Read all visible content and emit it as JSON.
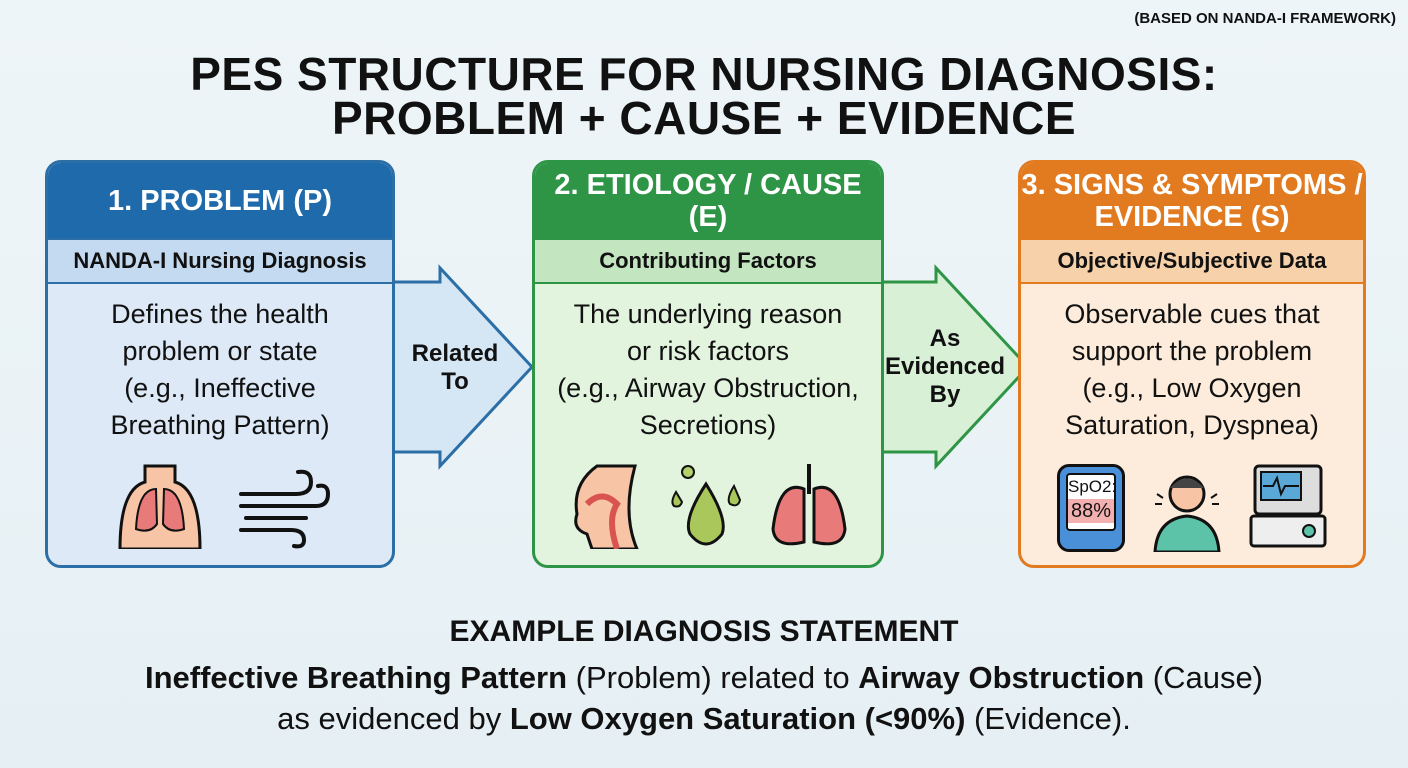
{
  "note": "(BASED ON NANDA-I FRAMEWORK)",
  "title": {
    "line1": "PES STRUCTURE FOR NURSING DIAGNOSIS:",
    "line2": "PROBLEM + CAUSE + EVIDENCE"
  },
  "boxes": [
    {
      "header": "1. PROBLEM (P)",
      "sub": "NANDA-I Nursing Diagnosis",
      "body": [
        "Defines the health",
        "problem or state",
        "(e.g., Ineffective",
        "Breathing Pattern)"
      ],
      "icons": [
        "lungs-torso-icon",
        "wind-icon"
      ]
    },
    {
      "header": "2. ETIOLOGY / CAUSE (E)",
      "sub": "Contributing Factors",
      "body": [
        "The underlying reason",
        "or risk factors",
        "(e.g., Airway Obstruction,",
        "Secretions)"
      ],
      "icons": [
        "airway-icon",
        "droplets-icon",
        "lungs-icon"
      ]
    },
    {
      "header1": "3. SIGNS & SYMPTOMS /",
      "header2": "EVIDENCE (S)",
      "sub": "Objective/Subjective Data",
      "body": [
        "Observable cues that",
        "support the problem",
        "(e.g., Low Oxygen",
        "Saturation, Dyspnea)"
      ],
      "icons": [
        "pulse-oximeter-icon",
        "dyspnea-patient-icon",
        "monitor-icon"
      ],
      "oximeter": {
        "label": "SpO2:",
        "value": "88%"
      }
    }
  ],
  "arrows": [
    {
      "line1": "Related",
      "line2": "To"
    },
    {
      "line1": "As",
      "line2": "Evidenced",
      "line3": "By"
    }
  ],
  "example": {
    "heading": "EXAMPLE DIAGNOSIS STATEMENT",
    "problem": "Ineffective Breathing Pattern",
    "problem_tag": " (Problem) related to ",
    "cause": "Airway Obstruction",
    "cause_tag": " (Cause)",
    "line2_prefix": "as evidenced by ",
    "evidence": "Low Oxygen Saturation (<90%)",
    "evidence_tag": " (Evidence)."
  },
  "colors": {
    "blue": "#1f6aab",
    "green": "#2f9546",
    "orange": "#e27a20"
  }
}
